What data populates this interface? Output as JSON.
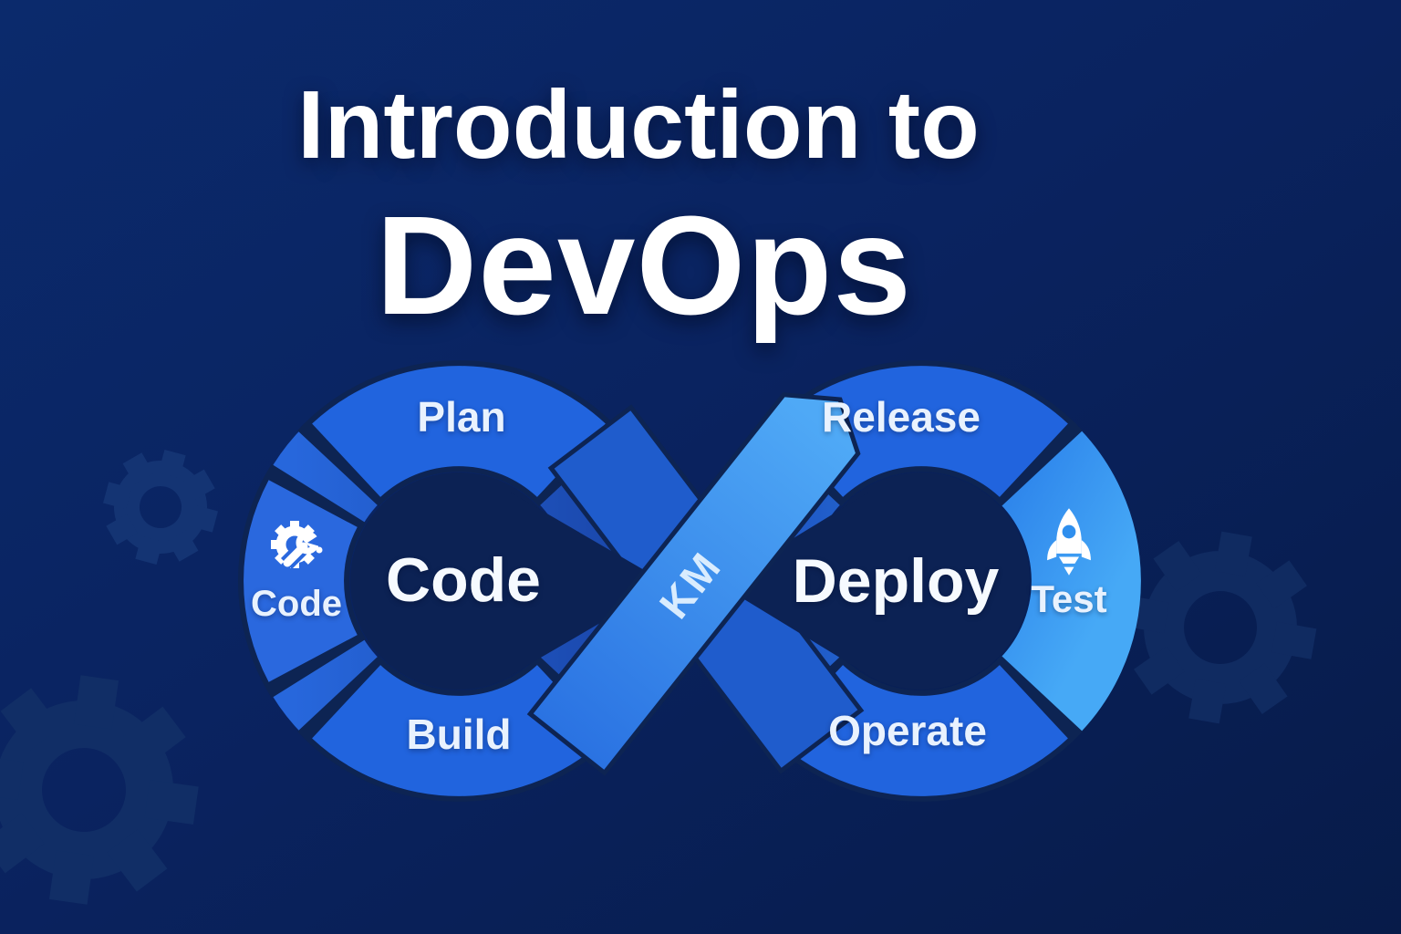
{
  "title": {
    "line1": "Introduction to",
    "line2": "DevOps"
  },
  "diagram": {
    "left_loop": {
      "inner_label": "Code",
      "top_band": "Plan",
      "bottom_band": "Build",
      "side_label": "Code",
      "side_icon": "gear-wrench-icon"
    },
    "right_loop": {
      "inner_label": "Deploy",
      "top_band": "Release",
      "bottom_band": "Operate",
      "side_label": "Test",
      "side_icon": "rocket-icon"
    },
    "ribbon_glyph": "KM",
    "background_icons": [
      "gear-icon",
      "gear-icon",
      "gear-icon"
    ]
  },
  "colors": {
    "bg_top": "#0b2a6c",
    "bg_mid": "#0a2360",
    "bg_bottom": "#071b49",
    "ring_left_start": "#2767dc",
    "ring_left_end": "#1a47ab",
    "ring_right_start": "#1d52c0",
    "ring_right_end": "#2f87ec",
    "band_blue": "#2164de",
    "code_arc_blue": "#2a68de",
    "test_arc_start": "#2f87ec",
    "test_arc_end": "#46a9f6",
    "ribbon_back": "#1f5ccc",
    "ribbon_front_start": "#2a72e2",
    "ribbon_front_end": "#4fa9f6",
    "inner_navy": "#0c2254",
    "outline_navy": "#0d2453",
    "gear_faint_left": "#143473",
    "gear_faint_bottom": "#112e66",
    "gear_faint_right": "#102b61",
    "rocket_window_blue": "#2f8fee",
    "title_white": "#ffffff",
    "label_light": "#e9f2fe"
  }
}
